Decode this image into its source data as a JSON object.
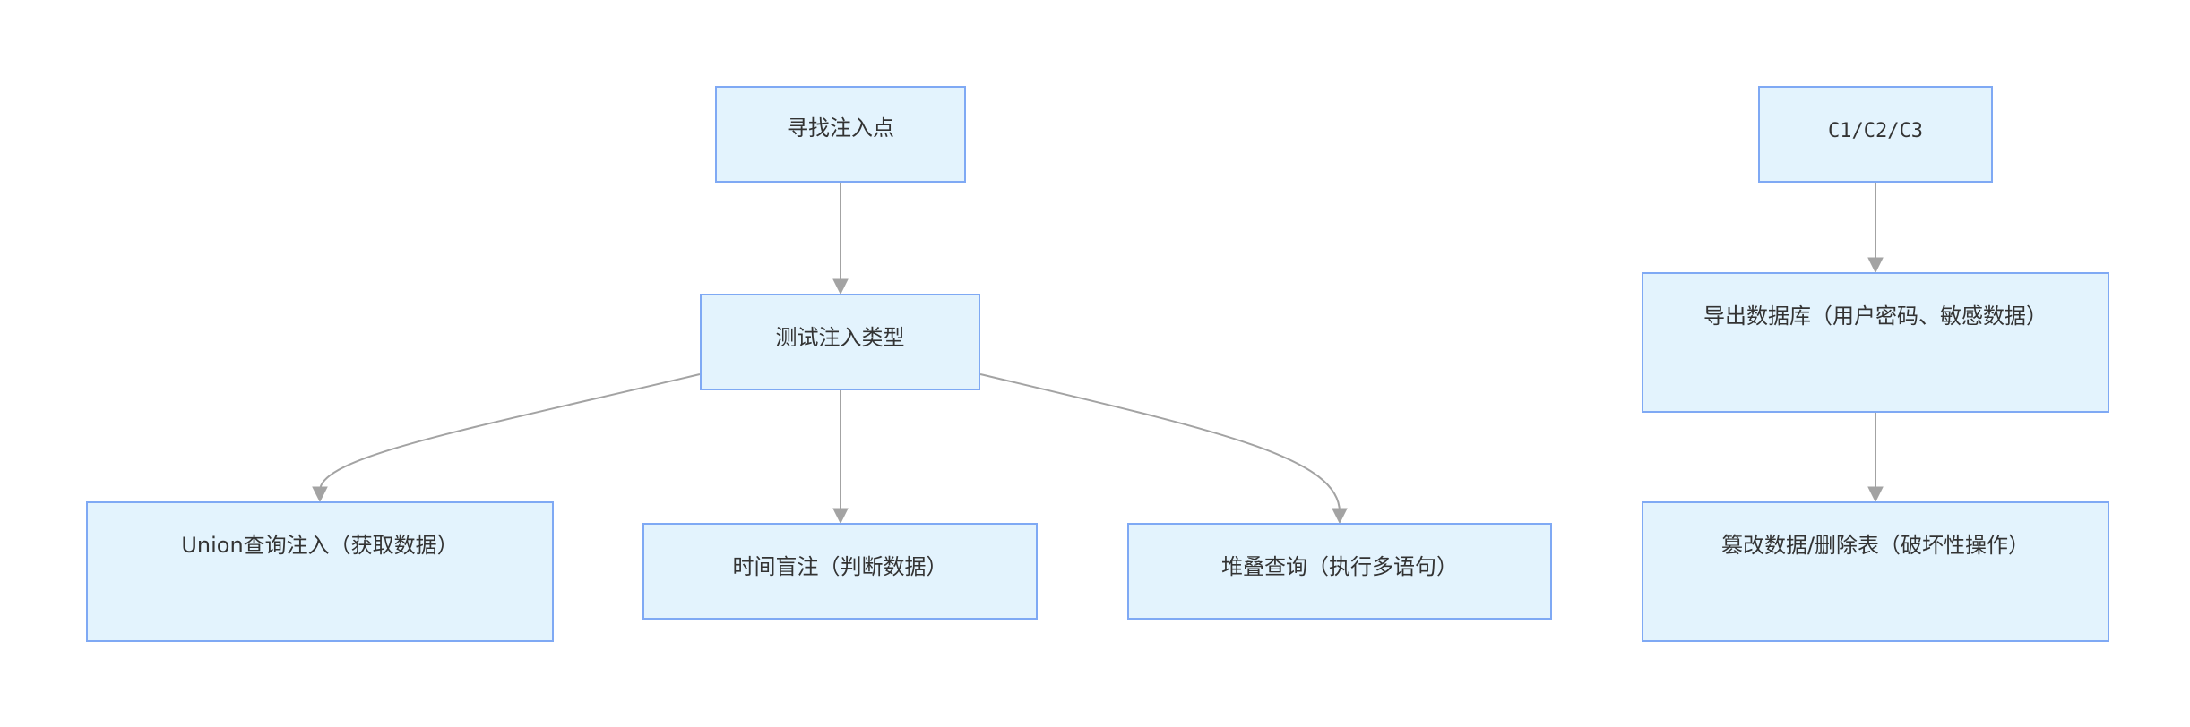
{
  "nodes": {
    "find_injection_point": "寻找注入点",
    "test_injection_type": "测试注入类型",
    "union_injection": "Union查询注入（获取数据）",
    "time_blind": "时间盲注（判断数据）",
    "stacked_query": "堆叠查询（执行多语句）",
    "c1c2c3": "C1/C2/C3",
    "export_database": "导出数据库（用户密码、敏感数据）",
    "tamper_delete": "篡改数据/删除表（破坏性操作）"
  },
  "edges": [
    {
      "from": "find_injection_point",
      "to": "test_injection_type"
    },
    {
      "from": "test_injection_type",
      "to": "union_injection"
    },
    {
      "from": "test_injection_type",
      "to": "time_blind"
    },
    {
      "from": "test_injection_type",
      "to": "stacked_query"
    },
    {
      "from": "c1c2c3",
      "to": "export_database"
    },
    {
      "from": "export_database",
      "to": "tamper_delete"
    }
  ],
  "colors": {
    "node_fill": "#e3f3fd",
    "node_border": "#7fa9f4",
    "edge": "#a3a3a3",
    "text": "#333333"
  }
}
